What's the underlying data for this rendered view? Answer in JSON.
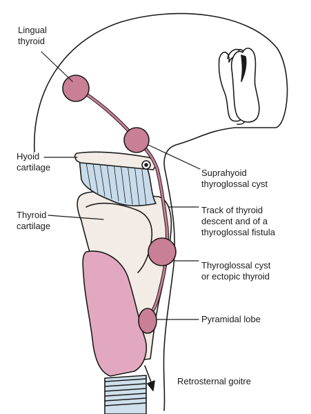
{
  "labels": {
    "lingual_thyroid": "Lingual\nthyroid",
    "hyoid_cartilage": "Hyoid\ncartilage",
    "thyroid_cartilage": "Thyroid\ncartilage",
    "suprahyoid_cyst": "Suprahyoid\nthyroglossal cyst",
    "track": "Track of thyroid\ndescent and of a\nthyroglossal fistula",
    "thyroglossal_cyst": "Thyroglossal cyst\nor ectopic thyroid",
    "pyramidal_lobe": "Pyramidal lobe",
    "retrosternal_goitre": "Retrosternal goitre"
  },
  "colors": {
    "outline": "#1a1a1a",
    "cyst_fill": "#c97f96",
    "thyroid_fill": "#e2a8bf",
    "cartilage_fill": "#f3ece6",
    "hyoid_membrane": "#c7dbea",
    "trachea_ring": "#cfe0ec"
  },
  "icons": {
    "tooth": "tooth-icon",
    "arrow": "arrow-down-icon"
  }
}
